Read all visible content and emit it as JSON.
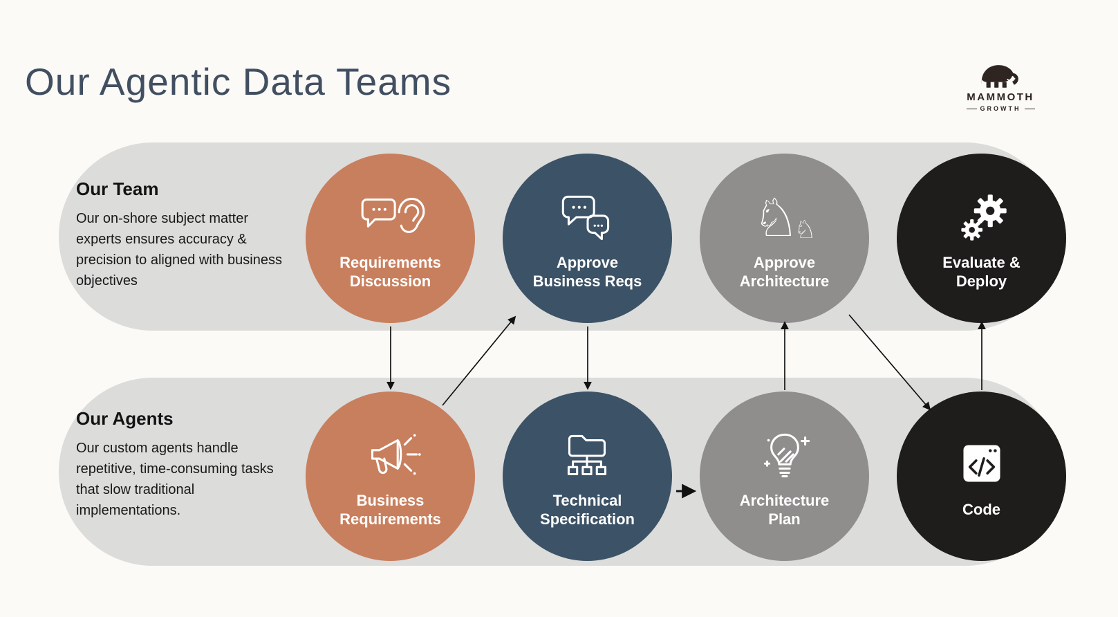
{
  "page": {
    "title": "Our Agentic Data Teams"
  },
  "logo": {
    "brand": "MAMMOTH",
    "sub": "GROWTH"
  },
  "rows": {
    "team": {
      "heading": "Our Team",
      "description": "Our on-shore subject matter experts ensures accuracy & precision to aligned with business objectives"
    },
    "agents": {
      "heading": "Our Agents",
      "description": "Our custom agents handle repetitive, time-consuming tasks that slow traditional implementations."
    }
  },
  "nodes": {
    "team": [
      {
        "id": "requirements-discussion",
        "line1": "Requirements",
        "line2": "Discussion",
        "color": "#c87f5e",
        "icon": "requirements-discussion-icon"
      },
      {
        "id": "approve-business-reqs",
        "line1": "Approve",
        "line2": "Business Reqs",
        "color": "#3c5266",
        "icon": "approve-business-reqs-icon"
      },
      {
        "id": "approve-architecture",
        "line1": "Approve",
        "line2": "Architecture",
        "color": "#8f8e8c",
        "icon": "approve-architecture-icon"
      },
      {
        "id": "evaluate-deploy",
        "line1": "Evaluate &",
        "line2": "Deploy",
        "color": "#1e1d1c",
        "icon": "evaluate-deploy-icon"
      }
    ],
    "agents": [
      {
        "id": "business-requirements",
        "line1": "Business",
        "line2": "Requirements",
        "color": "#c87f5e",
        "icon": "business-requirements-icon"
      },
      {
        "id": "technical-specification",
        "line1": "Technical",
        "line2": "Specification",
        "color": "#3c5266",
        "icon": "technical-specification-icon"
      },
      {
        "id": "architecture-plan",
        "line1": "Architecture",
        "line2": "Plan",
        "color": "#8f8e8c",
        "icon": "architecture-plan-icon"
      },
      {
        "id": "code",
        "line1": "Code",
        "line2": "",
        "color": "#1e1d1c",
        "icon": "code-icon"
      }
    ]
  },
  "colors": {
    "background": "#fbfaf7",
    "band": "#dcdcdb",
    "title": "#414f61",
    "arrow": "#111111"
  }
}
